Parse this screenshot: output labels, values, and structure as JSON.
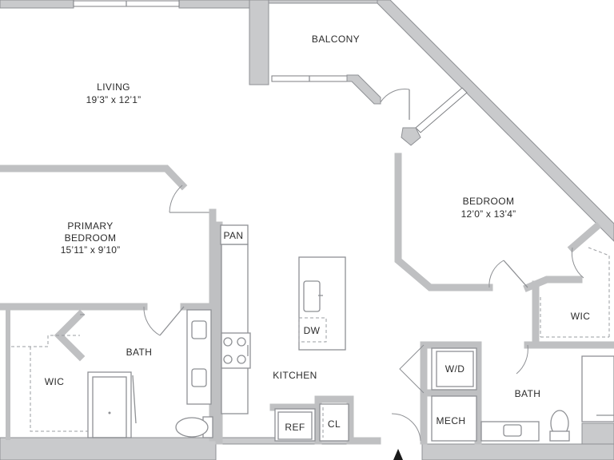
{
  "rooms": {
    "balcony": {
      "label": "BALCONY"
    },
    "living": {
      "label": "LIVING",
      "dims": "19’3” x 12’1”"
    },
    "bedroom": {
      "label": "BEDROOM",
      "dims": "12’0” x 13’4”"
    },
    "primary_bedroom": {
      "label_line1": "PRIMARY",
      "label_line2": "BEDROOM",
      "dims": "15’11” x 9’10”"
    },
    "pan": {
      "label": "PAN"
    },
    "bath_primary": {
      "label": "BATH"
    },
    "wic_primary": {
      "label": "WIC"
    },
    "kitchen": {
      "label": "KITCHEN"
    },
    "dw": {
      "label": "DW"
    },
    "ref": {
      "label": "REF"
    },
    "cl": {
      "label": "CL"
    },
    "wd": {
      "label": "W/D"
    },
    "mech": {
      "label": "MECH"
    },
    "bath_second": {
      "label": "BATH"
    },
    "wic_second": {
      "label": "WIC"
    }
  },
  "colors": {
    "wall": "#c9cacc",
    "line": "#8e9094",
    "text": "#2b2b2b"
  }
}
